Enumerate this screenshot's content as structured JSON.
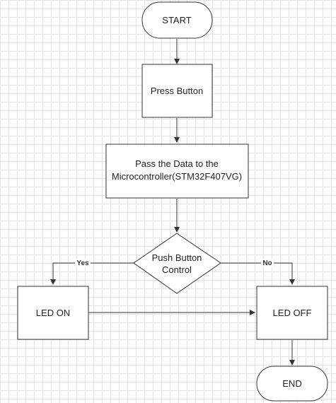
{
  "diagram": {
    "nodes": {
      "start": {
        "label": "START"
      },
      "press": {
        "label": "Press Button"
      },
      "pass": {
        "line1": "Pass the Data to the",
        "line2": "Microcontroller(STM32F407VG)"
      },
      "decision": {
        "line1": "Push Button",
        "line2": "Control"
      },
      "led_on": {
        "label": "LED ON"
      },
      "led_off": {
        "label": "LED OFF"
      },
      "end": {
        "label": "END"
      }
    },
    "edges": {
      "yes": "Yes",
      "no": "No"
    }
  }
}
